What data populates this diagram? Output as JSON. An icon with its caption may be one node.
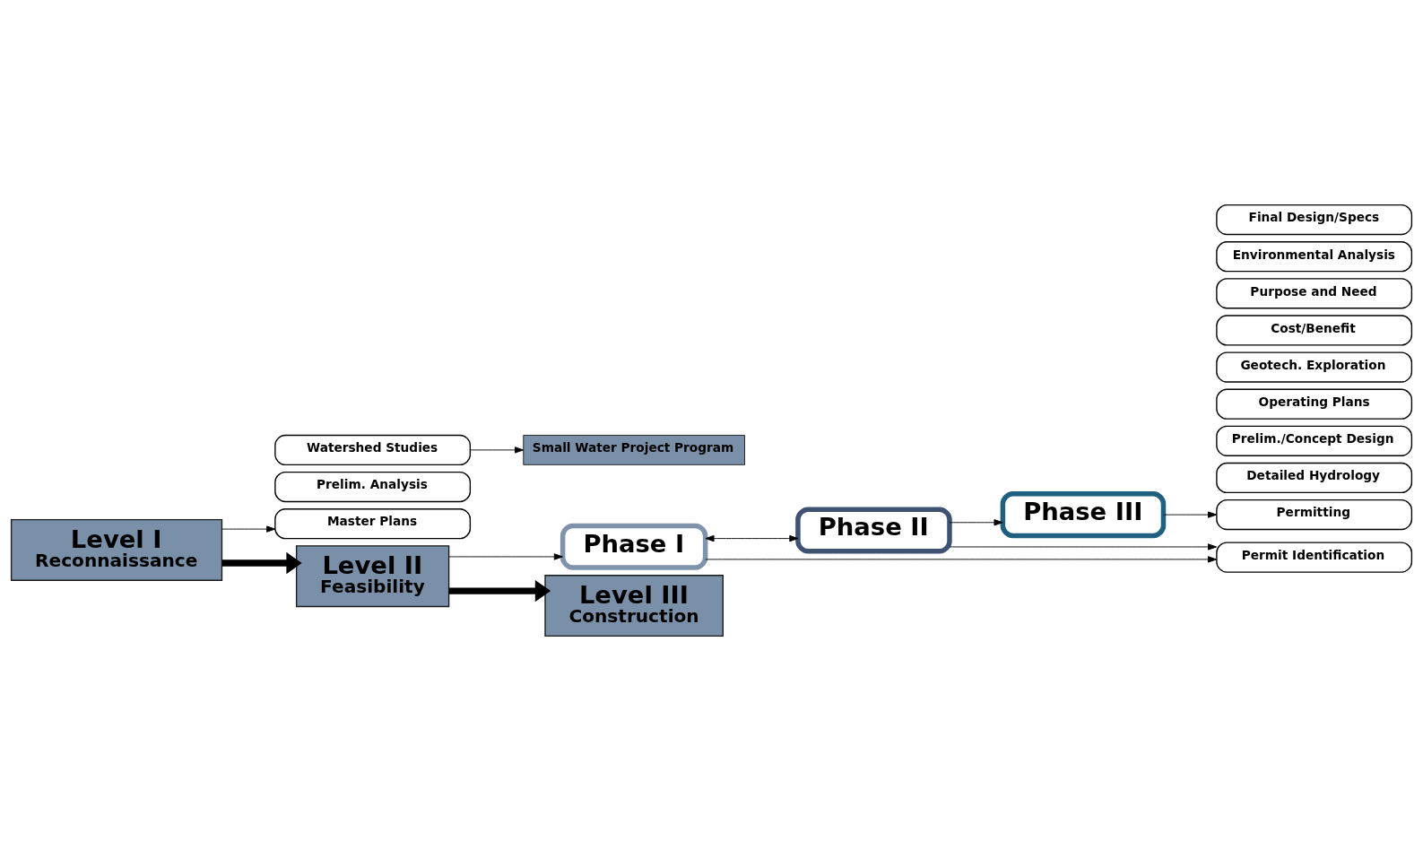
{
  "diagram": {
    "nodes": [
      {
        "text": [
          "Level I",
          "Reconnaissance"
        ]
      },
      {
        "text": [
          "Prelim. Analysis"
        ]
      },
      {
        "text": [
          "Master Plans"
        ]
      },
      {
        "text": [
          "Watershed Studies"
        ]
      },
      {
        "text": [
          "Small Water Project Program"
        ]
      },
      {
        "text": [
          "Level II",
          "Feasibility"
        ]
      },
      {
        "text": [
          "Phase I"
        ]
      },
      {
        "text": [
          "Phase II"
        ]
      },
      {
        "text": [
          "Phase III"
        ]
      },
      {
        "text": [
          "Detailed Hydrology"
        ]
      },
      {
        "text": [
          "Prelim./Concept Design"
        ]
      },
      {
        "text": [
          "Operating Plans"
        ]
      },
      {
        "text": [
          "Permit Identification"
        ]
      },
      {
        "text": [
          "Geotech. Exploration"
        ]
      },
      {
        "text": [
          "Cost/Benefit"
        ]
      },
      {
        "text": [
          "Purpose and Need"
        ]
      },
      {
        "text": [
          "Environmental Analysis"
        ]
      },
      {
        "text": [
          "Permitting"
        ]
      },
      {
        "text": [
          "Final Design/Specs"
        ]
      },
      {
        "text": [
          "Level III",
          "Construction"
        ]
      }
    ],
    "edges": [
      {
        "from": 0,
        "to": 2,
        "arrow": "to"
      },
      {
        "from": 3,
        "to": 4,
        "arrow": "to"
      },
      {
        "from": 0,
        "to": 5,
        "arrow": "to",
        "style": "thick"
      },
      {
        "from": 5,
        "to": 6,
        "arrow": "to"
      },
      {
        "from": 6,
        "to": 7,
        "arrow": "both"
      },
      {
        "from": 6,
        "to": 12,
        "arrow": "to"
      },
      {
        "from": 7,
        "to": 12,
        "arrow": "to"
      },
      {
        "from": 7,
        "to": 8,
        "arrow": "to"
      },
      {
        "from": 8,
        "to": 17,
        "arrow": "to"
      },
      {
        "from": 5,
        "to": 19,
        "arrow": "to",
        "style": "thick"
      }
    ]
  }
}
